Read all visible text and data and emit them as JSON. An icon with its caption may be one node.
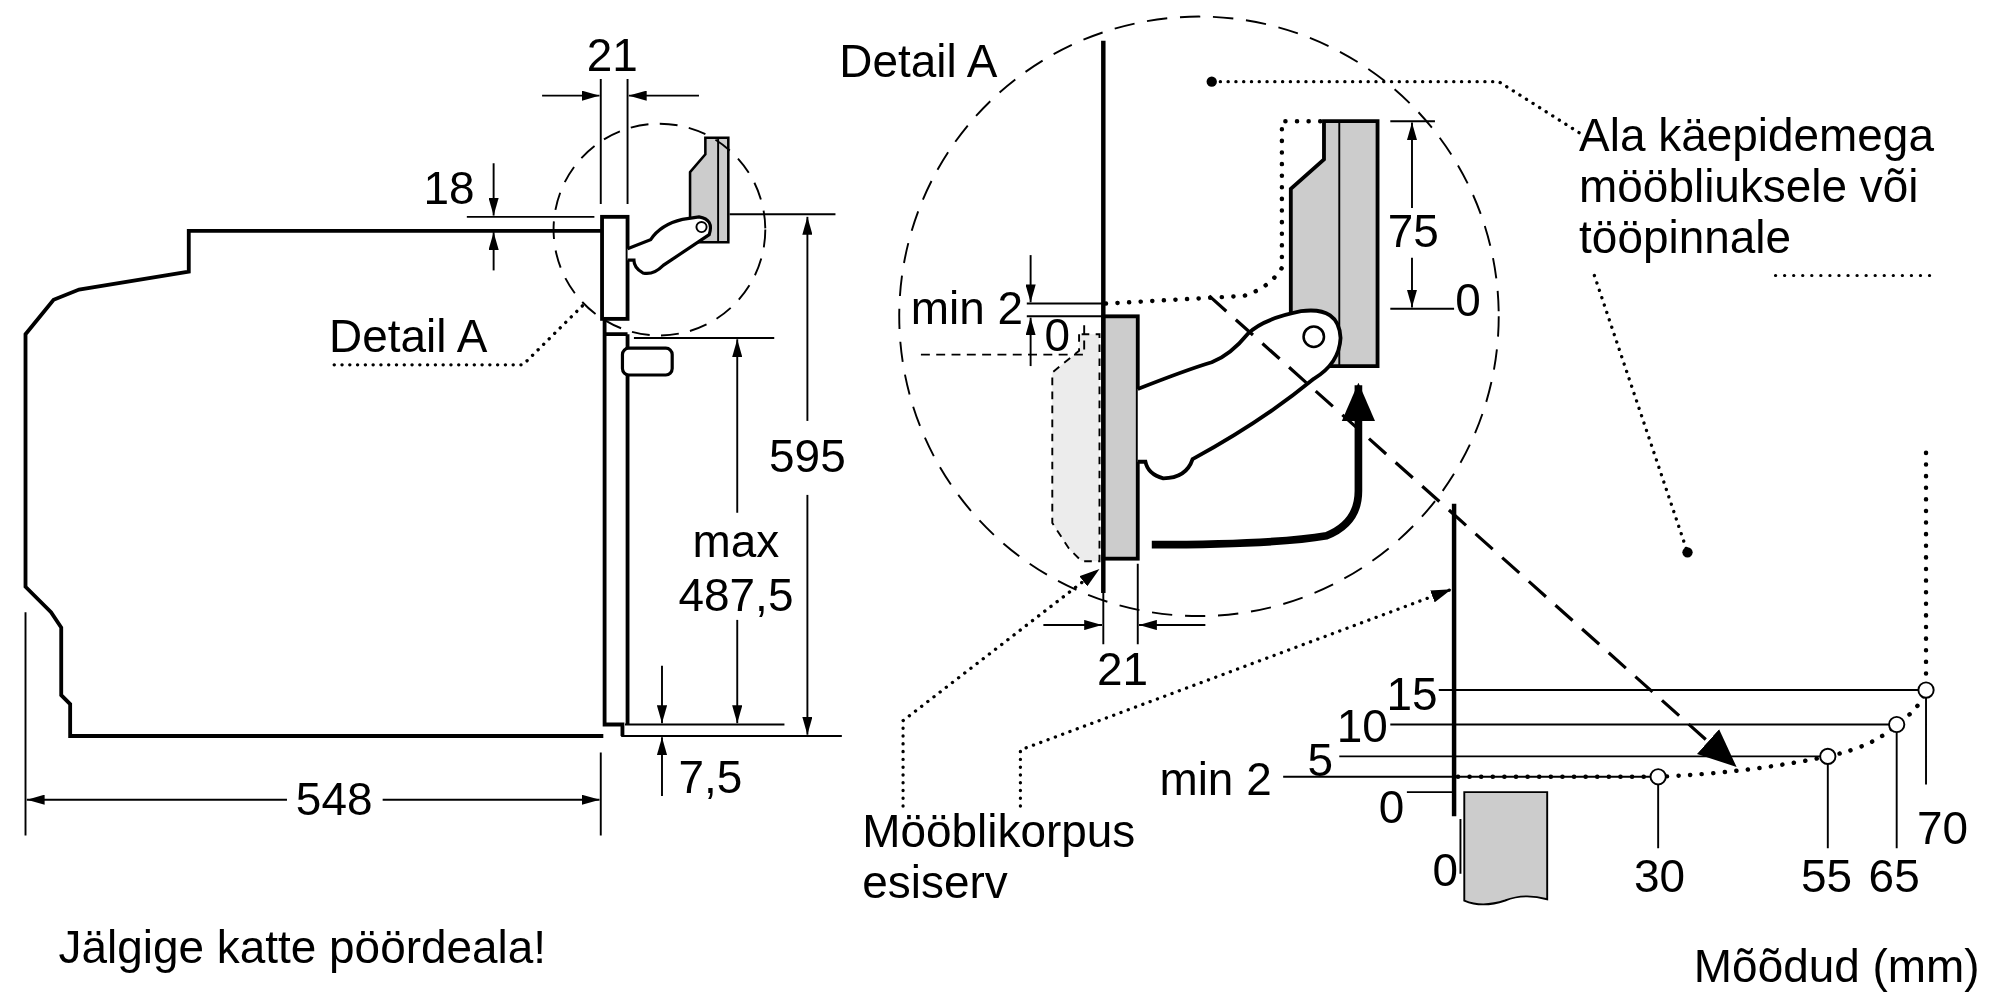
{
  "diagram": {
    "nodes": [
      {
        "text": [
          "Detail A"
        ]
      },
      {
        "text": [],
        "shape": "circle"
      },
      {
        "text": [
          "Mööblikorpus esiserv"
        ]
      },
      {
        "text": [
          "Ala käepidemega mööbliuksele või tööpinnale"
        ]
      }
    ],
    "edges": [
      {
        "from": 0,
        "to": 1,
        "arrow": "none"
      },
      {
        "from": 2,
        "to": null,
        "arrow": "to"
      },
      {
        "from": 2,
        "to": null,
        "arrow": "to"
      },
      {
        "from": 3,
        "to": null,
        "arrow": "other"
      },
      {
        "from": 3,
        "to": null,
        "arrow": "other"
      }
    ],
    "labels": [
      "21",
      "18",
      "Detail A",
      "595",
      "max 487,5",
      "7,5",
      "548",
      "min 2",
      "0",
      "75",
      "0",
      "21",
      "15",
      "10",
      "5",
      "min 2",
      "0",
      "0",
      "30",
      "55",
      "65",
      "70",
      "Jälgige katte pöördeala!",
      "Mõõdud (mm)"
    ]
  }
}
